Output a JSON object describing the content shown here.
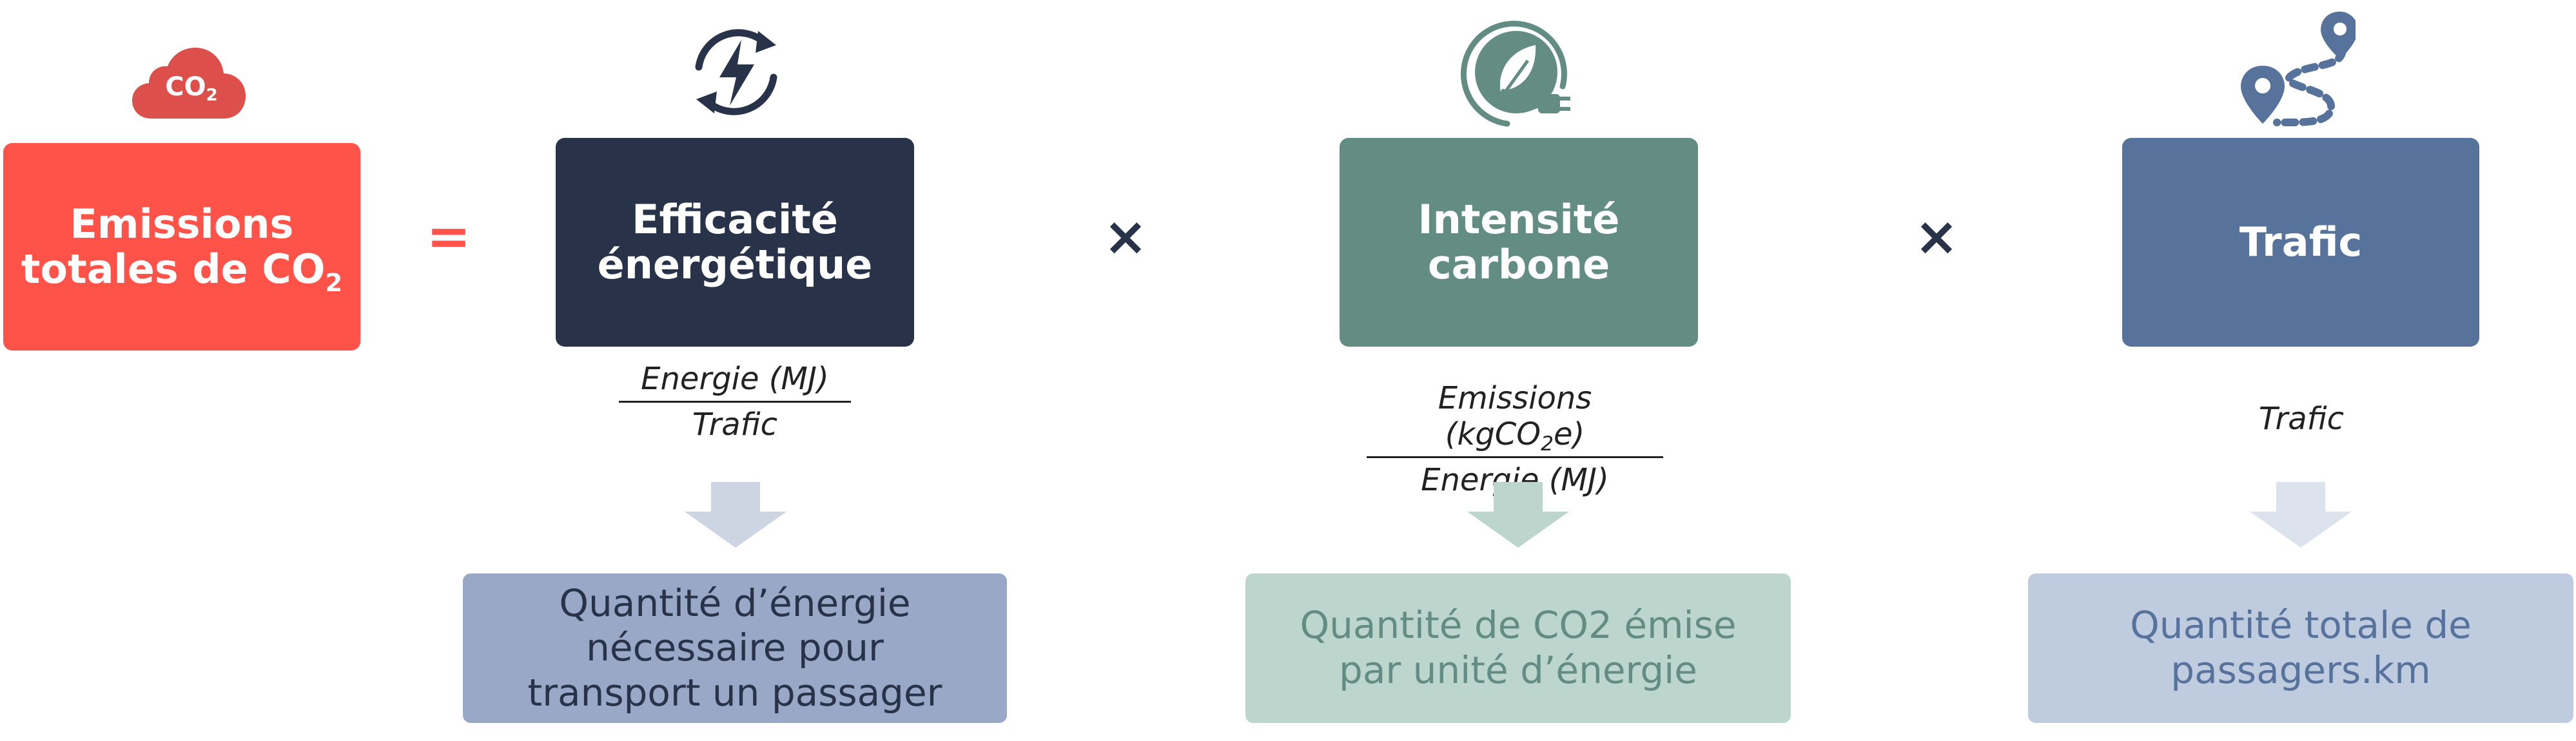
{
  "colors": {
    "red": "#ff5248",
    "navy": "#283249",
    "teal": "#638c82",
    "blue": "#57739c"
  },
  "icons": {
    "co2": "co2-cloud-icon",
    "energy": "energy-cycle-bolt-icon",
    "carbon": "leaf-plug-icon",
    "traffic": "route-map-pins-icon"
  },
  "co2_badge": "CO",
  "co2_badge_sub": "2",
  "total": {
    "line1": "Emissions",
    "line2": "totales de CO",
    "sub": "2"
  },
  "equals": "=",
  "times_1": "×",
  "times_2": "×",
  "efficiency": {
    "line1": "Efficacité",
    "line2": "énergétique",
    "num": "Energie (MJ)",
    "den": "Trafic",
    "desc1": "Quantité d’énergie",
    "desc2": "nécessaire pour",
    "desc3": "transport un passager"
  },
  "intensity": {
    "line1": "Intensité",
    "line2": "carbone",
    "num_a": "Emissions (kgCO",
    "num_sub": "2",
    "num_b": "e)",
    "den": "Energie (MJ)",
    "desc1": "Quantité de CO2 émise",
    "desc2": "par unité d’énergie"
  },
  "traffic": {
    "label": "Trafic",
    "formula": "Trafic",
    "desc1": "Quantité totale de",
    "desc2": "passagers.km"
  }
}
